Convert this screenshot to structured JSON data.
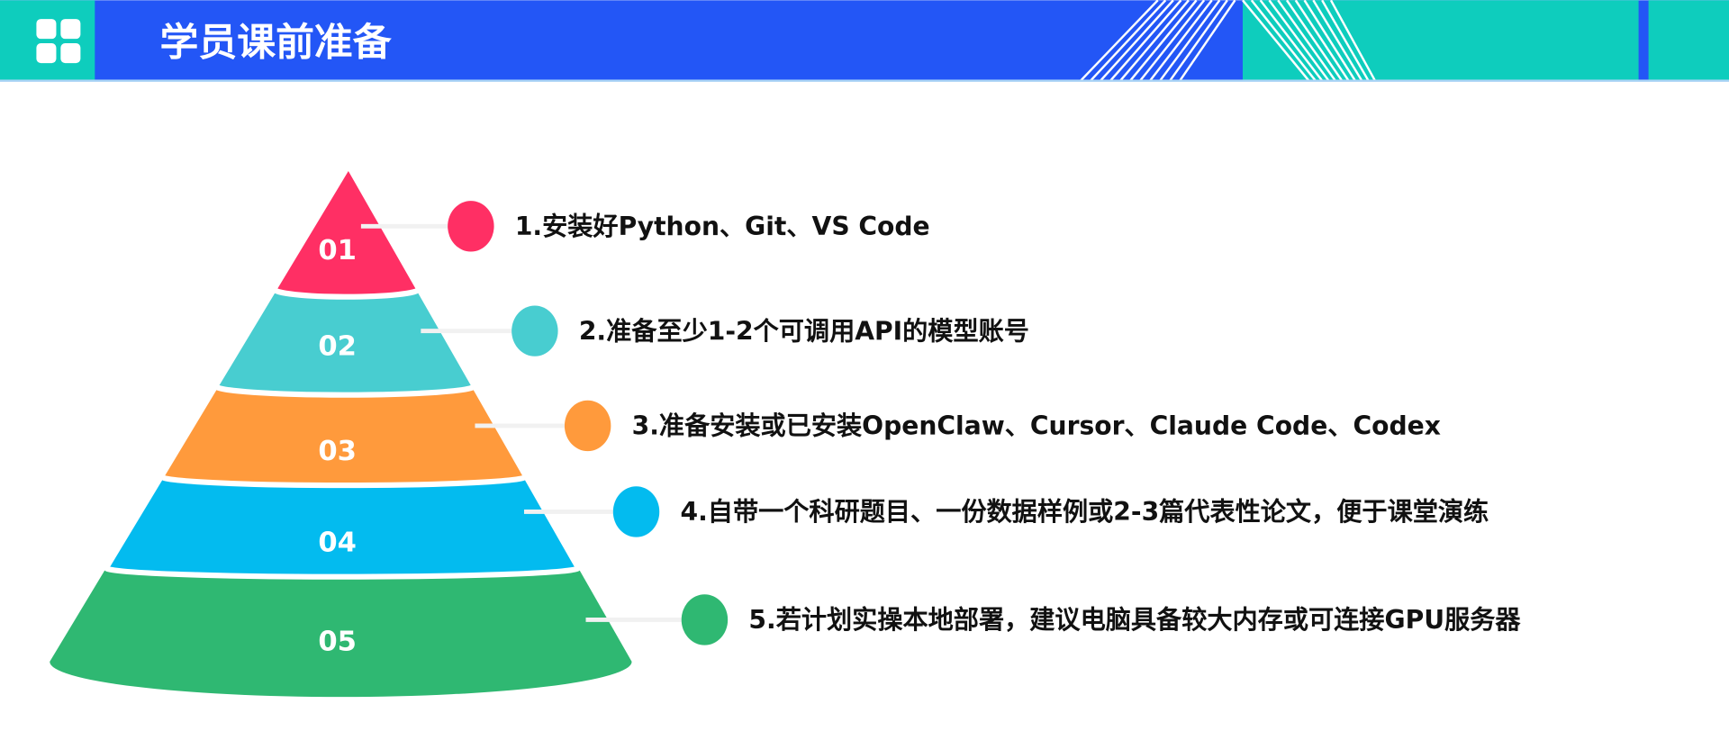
{
  "header": {
    "title": "学员课前准备",
    "icon": "grid-icon",
    "colors": {
      "blue": "#2356f6",
      "teal": "#0ecdbd"
    }
  },
  "pyramid": [
    {
      "label": "01",
      "color": "#ff2f64",
      "text": "1.安装好Python、Git、VS Code"
    },
    {
      "label": "02",
      "color": "#48cdd0",
      "text": "2.准备至少1-2个可调用API的模型账号"
    },
    {
      "label": "03",
      "color": "#ff9a3c",
      "text": "3.准备安装或已安装OpenClaw、Cursor、Claude Code、Codex"
    },
    {
      "label": "04",
      "color": "#03bbef",
      "text": "4.自带一个科研题目、一份数据样例或2-3篇代表性论文，便于课堂演练"
    },
    {
      "label": "05",
      "color": "#2fb872",
      "text": "5.若计划实操本地部署，建议电脑具备较大内存或可连接GPU服务器"
    }
  ]
}
